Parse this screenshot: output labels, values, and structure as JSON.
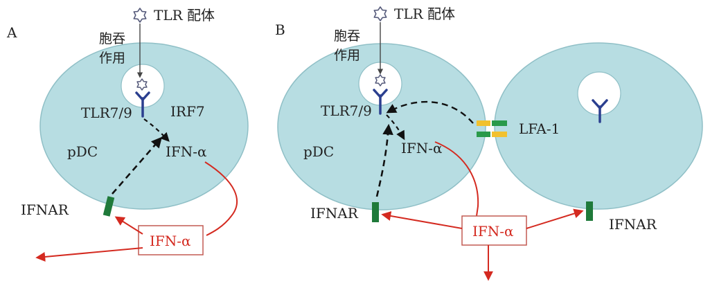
{
  "colors": {
    "cell_fill": "#b7dde2",
    "cell_stroke": "#8fbfc6",
    "receptor_blue": "#2b3f8f",
    "ifnar_green": "#1f7a3a",
    "lfa_yellow": "#f2c12e",
    "lfa_green": "#2a9a4a",
    "arrow_red": "#d42a20",
    "arrow_black": "#111111",
    "ligand_outline": "#555a7a"
  },
  "icons": {
    "ligand": "star-outline-icon",
    "receptor": "y-receptor-icon"
  },
  "panel_a": {
    "letter": "A",
    "ligand_label": "TLR 配体",
    "endocytosis_line1": "胞吞",
    "endocytosis_line2": "作用",
    "tlr_label": "TLR7/9",
    "irf_label": "IRF7",
    "cell_label": "pDC",
    "ifn_inside": "IFN-α",
    "ifnar_label": "IFNAR",
    "ifn_box": "IFN-α"
  },
  "panel_b": {
    "letter": "B",
    "ligand_label": "TLR 配体",
    "endocytosis_line1": "胞吞",
    "endocytosis_line2": "作用",
    "tlr_label": "TLR7/9",
    "cell_label": "pDC",
    "ifn_inside": "IFN-α",
    "lfa_label": "LFA-1",
    "ifnar_left_label": "IFNAR",
    "ifnar_right_label": "IFNAR",
    "ifn_box": "IFN-α"
  }
}
